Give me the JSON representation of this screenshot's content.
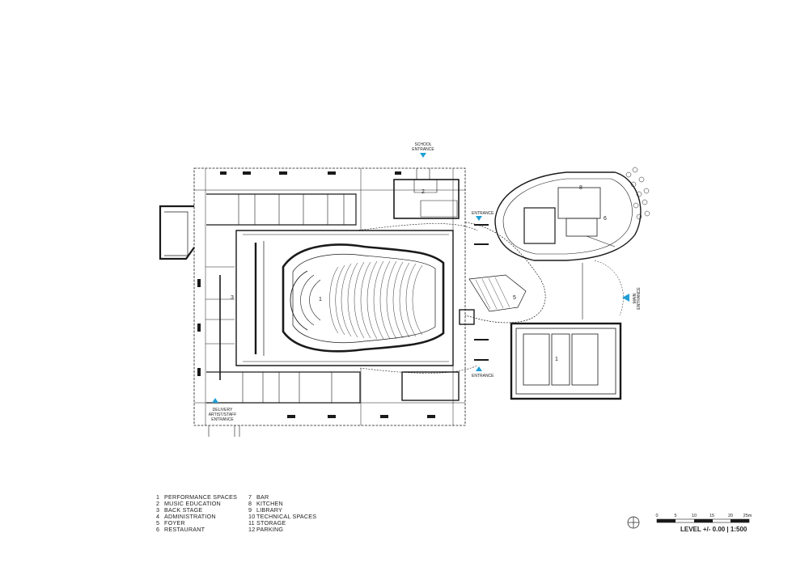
{
  "entrances": {
    "school": [
      "SCHOOL",
      "ENTRANCE"
    ],
    "entrance_top": "ENTRANCE",
    "entrance_bottom": "ENTRANCE",
    "main": [
      "MAIN",
      "ENTRANCE"
    ],
    "delivery": [
      "DELIVERY",
      "ARTIST/STAFF",
      "ENTRANCE"
    ]
  },
  "room_labels": {
    "hall": "1",
    "music_education": "2",
    "back_stage": "3",
    "foyer": "5",
    "restaurant": "6",
    "kitchen": "8",
    "parking": "1"
  },
  "legend": {
    "col1": [
      {
        "num": "1",
        "label": "PERFORMANCE SPACES"
      },
      {
        "num": "2",
        "label": "MUSIC EDUCATION"
      },
      {
        "num": "3",
        "label": "BACK STAGE"
      },
      {
        "num": "4",
        "label": "ADMINISTRATION"
      },
      {
        "num": "5",
        "label": "FOYER"
      },
      {
        "num": "6",
        "label": "RESTAURANT"
      }
    ],
    "col2": [
      {
        "num": "7",
        "label": "BAR"
      },
      {
        "num": "8",
        "label": "KITCHEN"
      },
      {
        "num": "9",
        "label": "LIBRARY"
      },
      {
        "num": "10",
        "label": "TECHNICAL SPACES"
      },
      {
        "num": "11",
        "label": "STORAGE"
      },
      {
        "num": "12",
        "label": "PARKING"
      }
    ]
  },
  "scale": {
    "ticks": [
      "0",
      "5",
      "10",
      "15",
      "20",
      "25m"
    ],
    "title": "LEVEL +/- 0.00 | 1:500"
  },
  "colors": {
    "line": "#1a1a1a",
    "arrow": "#1f9fd6"
  }
}
